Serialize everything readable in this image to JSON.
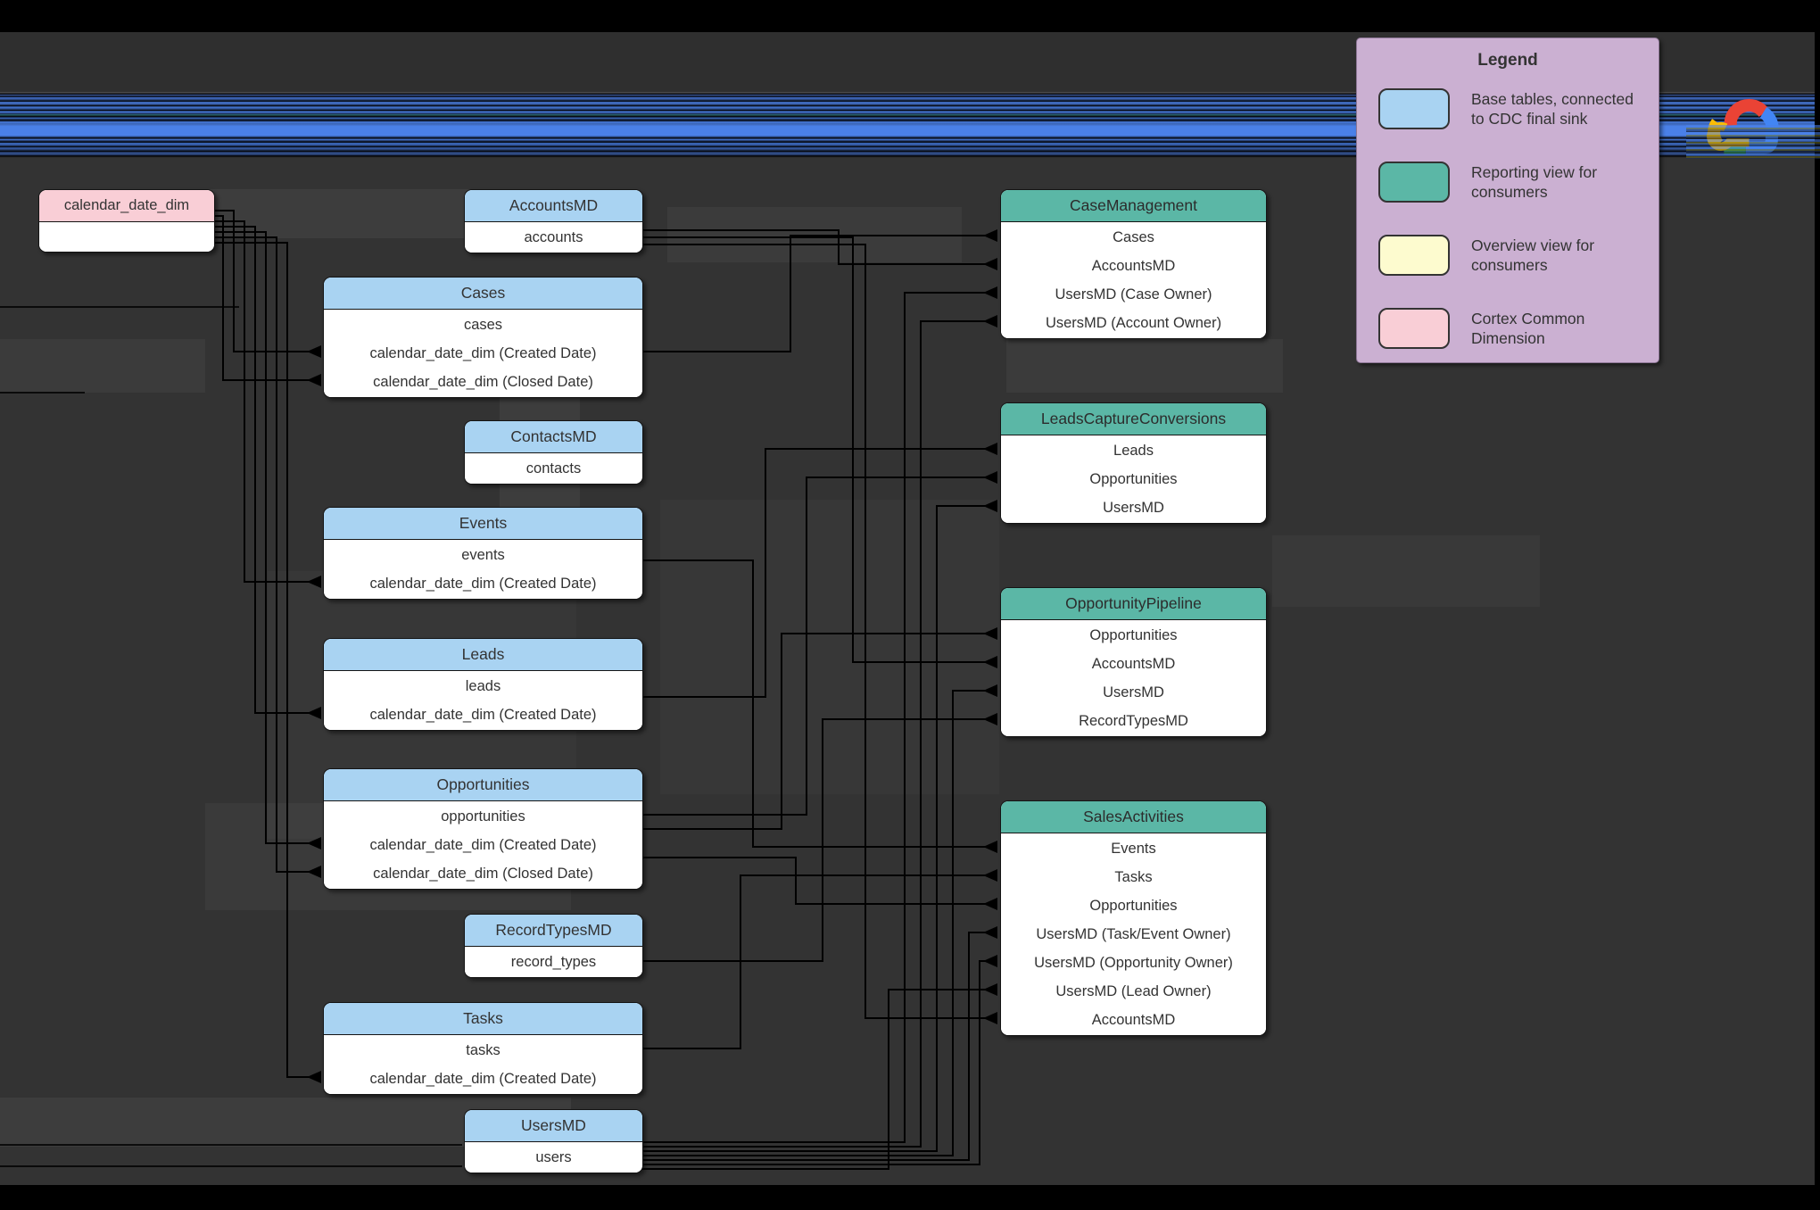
{
  "legend": {
    "title": "Legend",
    "items": [
      {
        "label": "Base tables, connected to CDC final sink",
        "color": "#a9d3f2"
      },
      {
        "label": "Reporting view for consumers",
        "color": "#5bb7a6"
      },
      {
        "label": "Overview view for consumers",
        "color": "#fdfbcf"
      },
      {
        "label": "Cortex Common Dimension",
        "color": "#f9ced6"
      }
    ]
  },
  "icons": {
    "brand_logo": "google-cloud-logo"
  },
  "diagram": {
    "tables": [
      {
        "title": "calendar_date_dim",
        "kind": "cortex-common-dimension",
        "rows": []
      },
      {
        "title": "AccountsMD",
        "kind": "base-table",
        "rows": [
          "accounts"
        ]
      },
      {
        "title": "Cases",
        "kind": "base-table",
        "rows": [
          "cases",
          "calendar_date_dim (Created Date)",
          "calendar_date_dim (Closed Date)"
        ]
      },
      {
        "title": "ContactsMD",
        "kind": "base-table",
        "rows": [
          "contacts"
        ]
      },
      {
        "title": "Events",
        "kind": "base-table",
        "rows": [
          "events",
          "calendar_date_dim (Created Date)"
        ]
      },
      {
        "title": "Leads",
        "kind": "base-table",
        "rows": [
          "leads",
          "calendar_date_dim (Created Date)"
        ]
      },
      {
        "title": "Opportunities",
        "kind": "base-table",
        "rows": [
          "opportunities",
          "calendar_date_dim (Created Date)",
          "calendar_date_dim (Closed Date)"
        ]
      },
      {
        "title": "RecordTypesMD",
        "kind": "base-table",
        "rows": [
          "record_types"
        ]
      },
      {
        "title": "Tasks",
        "kind": "base-table",
        "rows": [
          "tasks",
          "calendar_date_dim (Created Date)"
        ]
      },
      {
        "title": "UsersMD",
        "kind": "base-table",
        "rows": [
          "users"
        ]
      },
      {
        "title": "CaseManagement",
        "kind": "reporting-view",
        "rows": [
          "Cases",
          "AccountsMD",
          "UsersMD (Case Owner)",
          "UsersMD (Account Owner)"
        ]
      },
      {
        "title": "LeadsCaptureConversions",
        "kind": "reporting-view",
        "rows": [
          "Leads",
          "Opportunities",
          "UsersMD"
        ]
      },
      {
        "title": "OpportunityPipeline",
        "kind": "reporting-view",
        "rows": [
          "Opportunities",
          "AccountsMD",
          "UsersMD",
          "RecordTypesMD"
        ]
      },
      {
        "title": "SalesActivities",
        "kind": "reporting-view",
        "rows": [
          "Events",
          "Tasks",
          "Opportunities",
          "UsersMD (Task/Event Owner)",
          "UsersMD (Opportunity Owner)",
          "UsersMD (Lead Owner)",
          "AccountsMD"
        ]
      }
    ]
  }
}
